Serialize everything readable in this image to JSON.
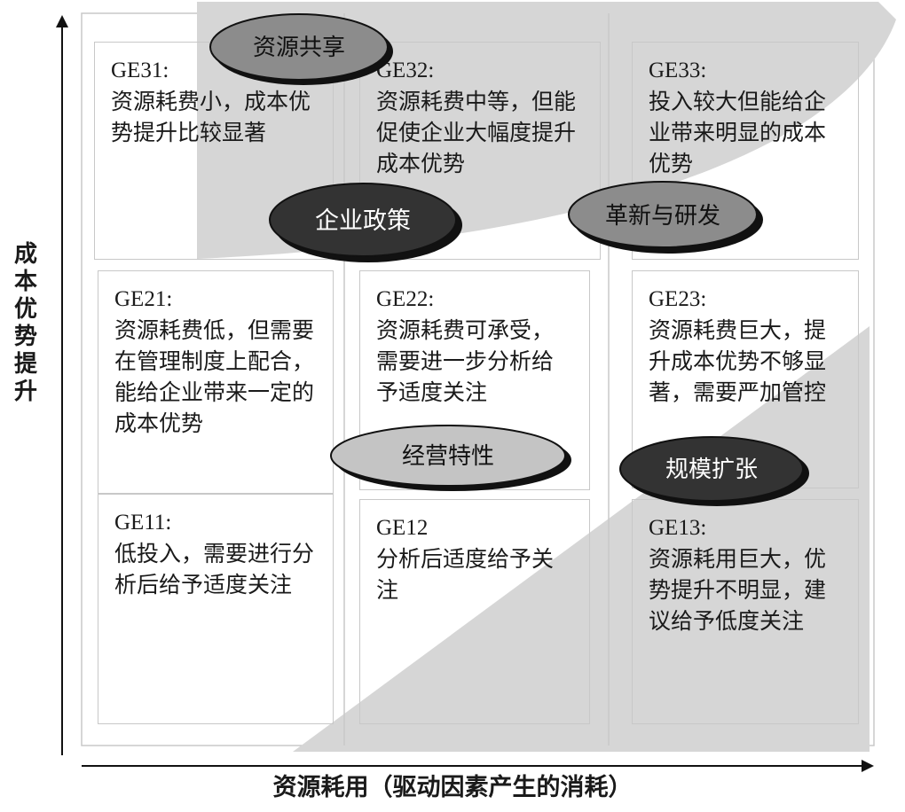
{
  "axes": {
    "y_label": "成本优势提升",
    "x_label": "资源耗用（驱动因素产生的消耗）"
  },
  "cells": {
    "ge31": {
      "code": "GE31:",
      "text": "资源耗费小，成本优势提升比较显著"
    },
    "ge32": {
      "code": "GE32:",
      "text": "资源耗费中等，但能促使企业大幅度提升成本优势"
    },
    "ge33": {
      "code": "GE33:",
      "text": "投入较大但能给企业带来明显的成本优势"
    },
    "ge21": {
      "code": "GE21:",
      "text": "资源耗费低，但需要在管理制度上配合，能给企业带来一定的成本优势"
    },
    "ge22": {
      "code": "GE22:",
      "text": "资源耗费可承受，需要进一步分析给予适度关注"
    },
    "ge23": {
      "code": "GE23:",
      "text": "资源耗费巨大，提升成本优势不够显著，需要严加管控"
    },
    "ge11": {
      "code": "GE11:",
      "text": "低投入，需要进行分析后给予适度关注"
    },
    "ge12": {
      "code": "GE12",
      "text": "分析后适度给予关注"
    },
    "ge13": {
      "code": "GE13:",
      "text": "资源耗用巨大，优势提升不明显，建议给予低度关注"
    }
  },
  "ovals": {
    "resource_sharing": "资源共享",
    "enterprise_policy": "企业政策",
    "innovation_rd": "革新与研发",
    "operating_characteristics": "经营特性",
    "scale_expansion": "规模扩张"
  },
  "colors": {
    "dark_oval": "#333333",
    "mid_oval": "#8c8c8c",
    "light_oval": "#c4c4c4",
    "band": "#d6d6d6",
    "grid_line": "#c8c8c8"
  }
}
